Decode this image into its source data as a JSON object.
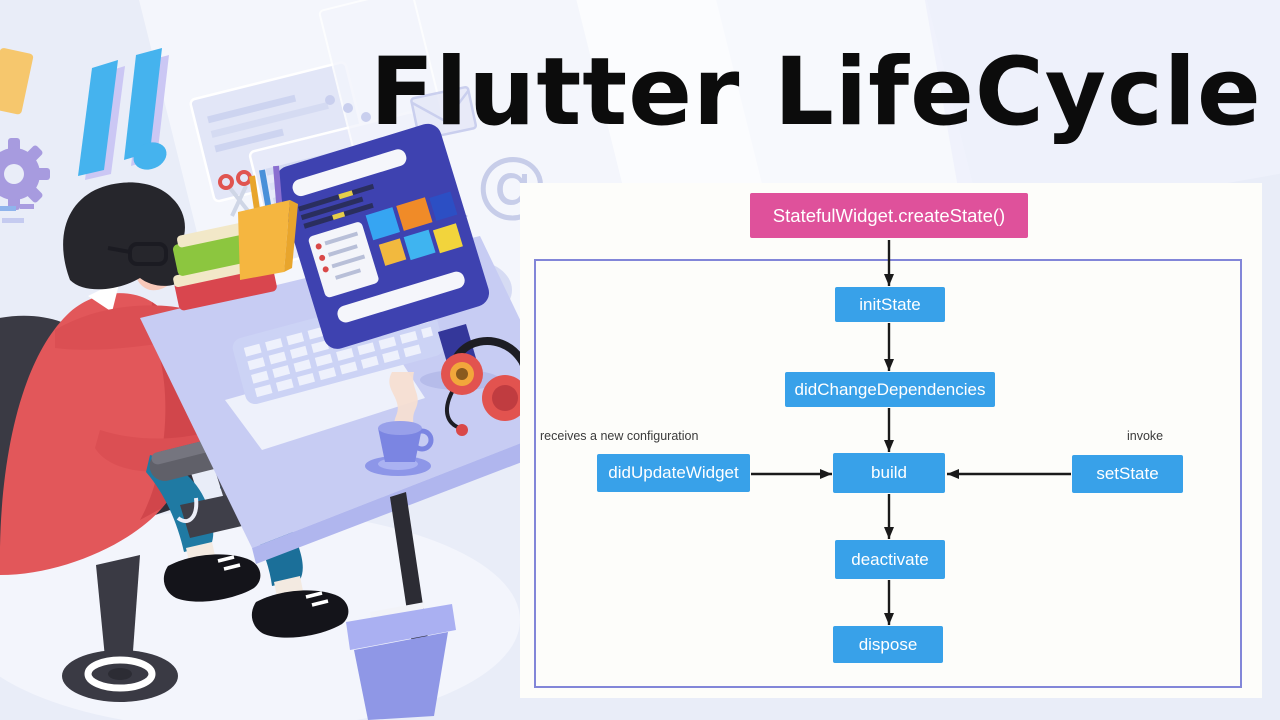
{
  "title": "Flutter LifeCycle",
  "flowchart": {
    "nodes": [
      {
        "id": "createState",
        "label": "StatefulWidget.createState()",
        "style": "pink"
      },
      {
        "id": "initState",
        "label": "initState",
        "style": "blue"
      },
      {
        "id": "didChangeDependencies",
        "label": "didChangeDependencies",
        "style": "blue"
      },
      {
        "id": "didUpdateWidget",
        "label": "didUpdateWidget",
        "style": "blue"
      },
      {
        "id": "build",
        "label": "build",
        "style": "blue"
      },
      {
        "id": "setState",
        "label": "setState",
        "style": "blue"
      },
      {
        "id": "deactivate",
        "label": "deactivate",
        "style": "blue"
      },
      {
        "id": "dispose",
        "label": "dispose",
        "style": "blue"
      }
    ],
    "annotations": [
      {
        "text": "receives a new configuration",
        "near": "didUpdateWidget"
      },
      {
        "text": "invoke",
        "near": "setState"
      }
    ],
    "edges": [
      {
        "from": "StatefulWidget.createState()",
        "to": "initState"
      },
      {
        "from": "initState",
        "to": "didChangeDependencies"
      },
      {
        "from": "didChangeDependencies",
        "to": "build"
      },
      {
        "from": "didUpdateWidget",
        "to": "build"
      },
      {
        "from": "setState",
        "to": "build"
      },
      {
        "from": "build",
        "to": "deactivate"
      },
      {
        "from": "deactivate",
        "to": "dispose"
      }
    ]
  },
  "colors": {
    "background": "#e9edf8",
    "panel": "#fdfdfa",
    "frame_border": "#8286d8",
    "node_pink": "#df519b",
    "node_blue": "#38a1e9",
    "node_text": "#ffffff",
    "arrow": "#1a1a1a",
    "annotation_text": "#3b3b3b",
    "title_text": "#0c0c0c"
  },
  "illustration": {
    "icons": [
      "bar-chart-icon",
      "gear-icon",
      "sticky-note",
      "envelope-icon",
      "at-symbol",
      "window-cards",
      "books",
      "pen-cup",
      "monitor",
      "keyboard",
      "mouse-icon",
      "coffee-cup",
      "headphones-icon",
      "office-chair",
      "desk",
      "trash-bin",
      "developer-avatar"
    ]
  }
}
